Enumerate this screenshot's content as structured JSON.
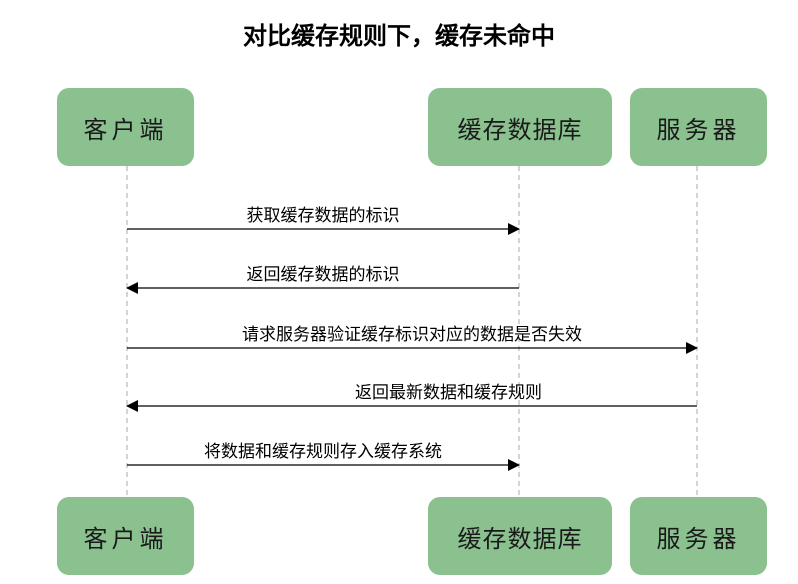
{
  "title": "对比缓存规则下，缓存未命中",
  "actors": {
    "client": "客户端",
    "cache": "缓存数据库",
    "server": "服务器"
  },
  "messages": [
    {
      "label": "获取缓存数据的标识",
      "from": "client",
      "to": "cache"
    },
    {
      "label": "返回缓存数据的标识",
      "from": "cache",
      "to": "client"
    },
    {
      "label": "请求服务器验证缓存标识对应的数据是否失效",
      "from": "client",
      "to": "server"
    },
    {
      "label": "返回最新数据和缓存规则",
      "from": "server",
      "to": "client"
    },
    {
      "label": "将数据和缓存规则存入缓存系统",
      "from": "client",
      "to": "cache"
    }
  ],
  "colors": {
    "actor_fill": "#8ac18f",
    "line": "#000000",
    "lifeline": "#aaaaaa"
  }
}
